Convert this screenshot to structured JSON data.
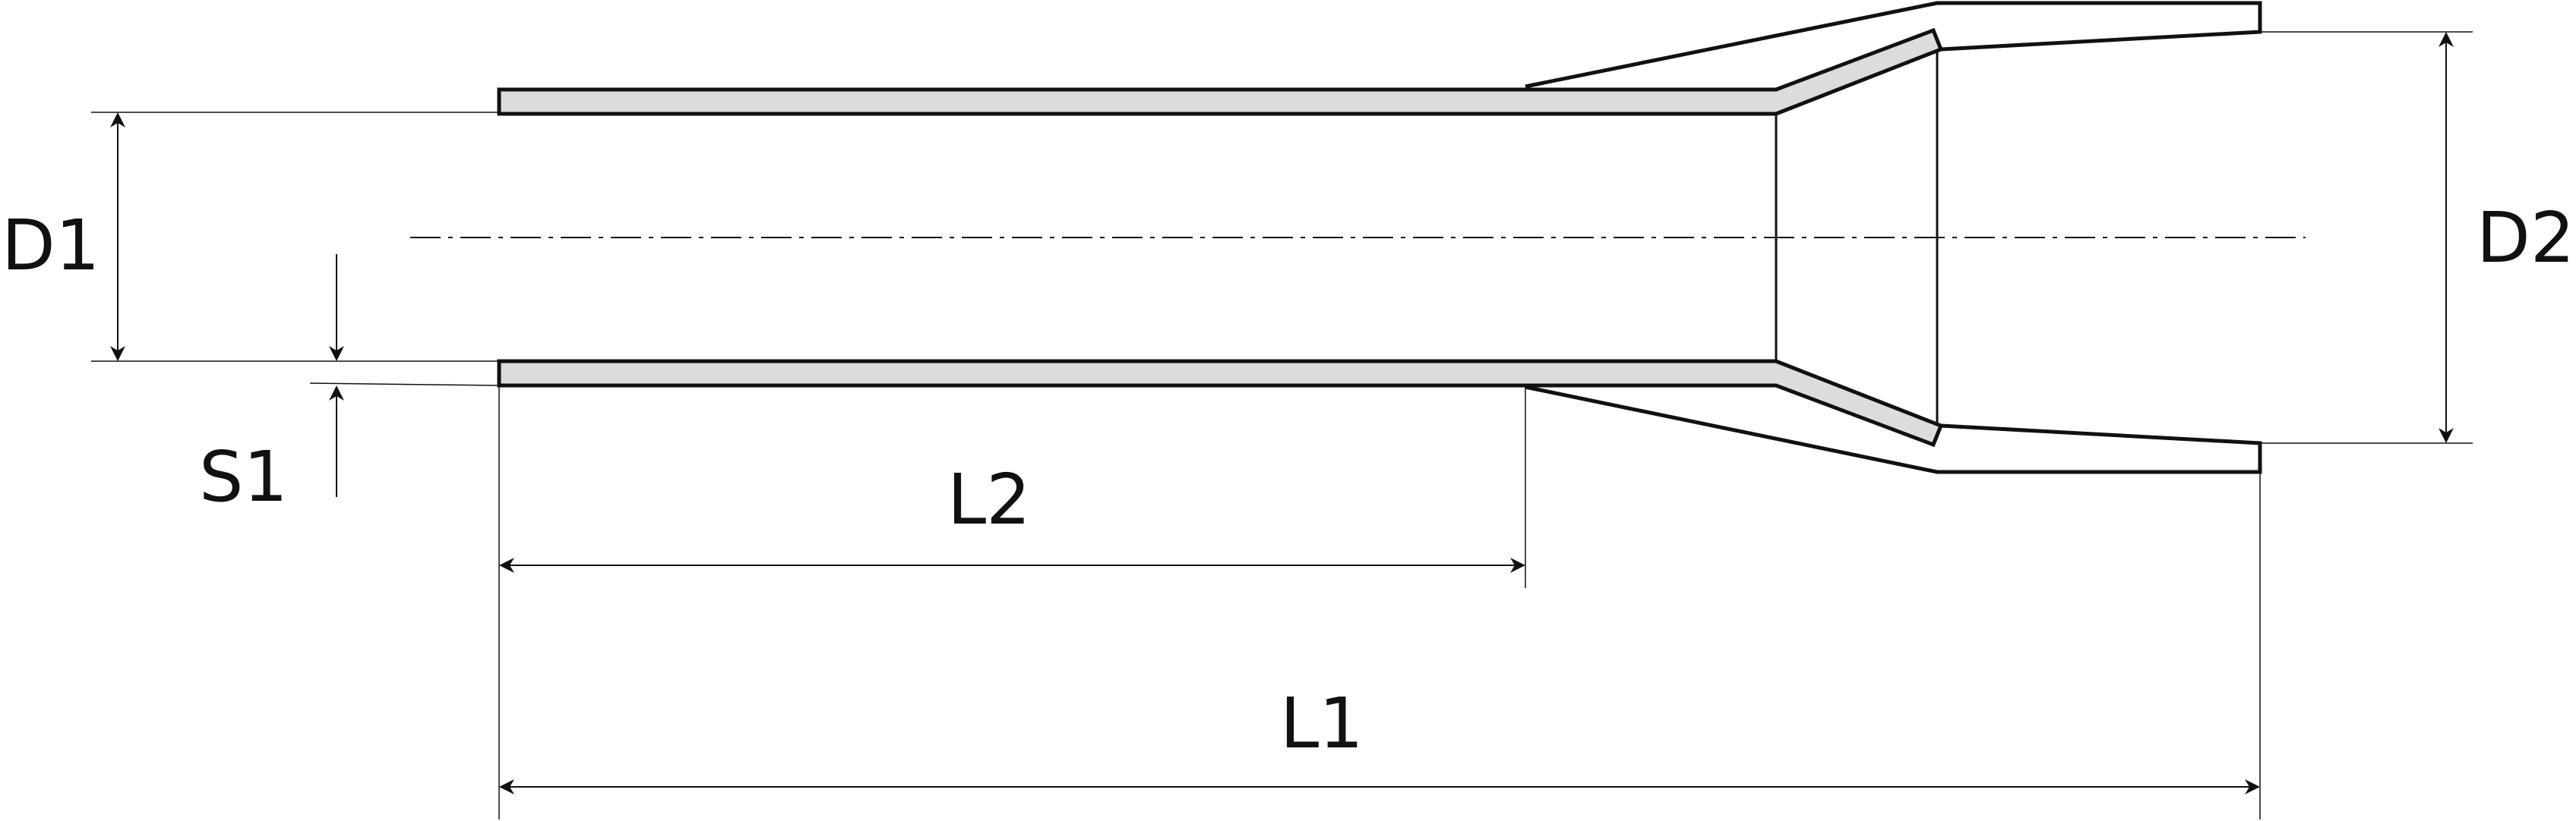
{
  "diagram": {
    "title": "",
    "labels": {
      "d1": "D1",
      "d2": "D2",
      "s1": "S1",
      "l1": "L1",
      "l2": "L2"
    },
    "colors": {
      "stroke": "#111111",
      "tube_fill": "#dcdcdc",
      "background": "#ffffff",
      "centerline": "#111111"
    }
  }
}
